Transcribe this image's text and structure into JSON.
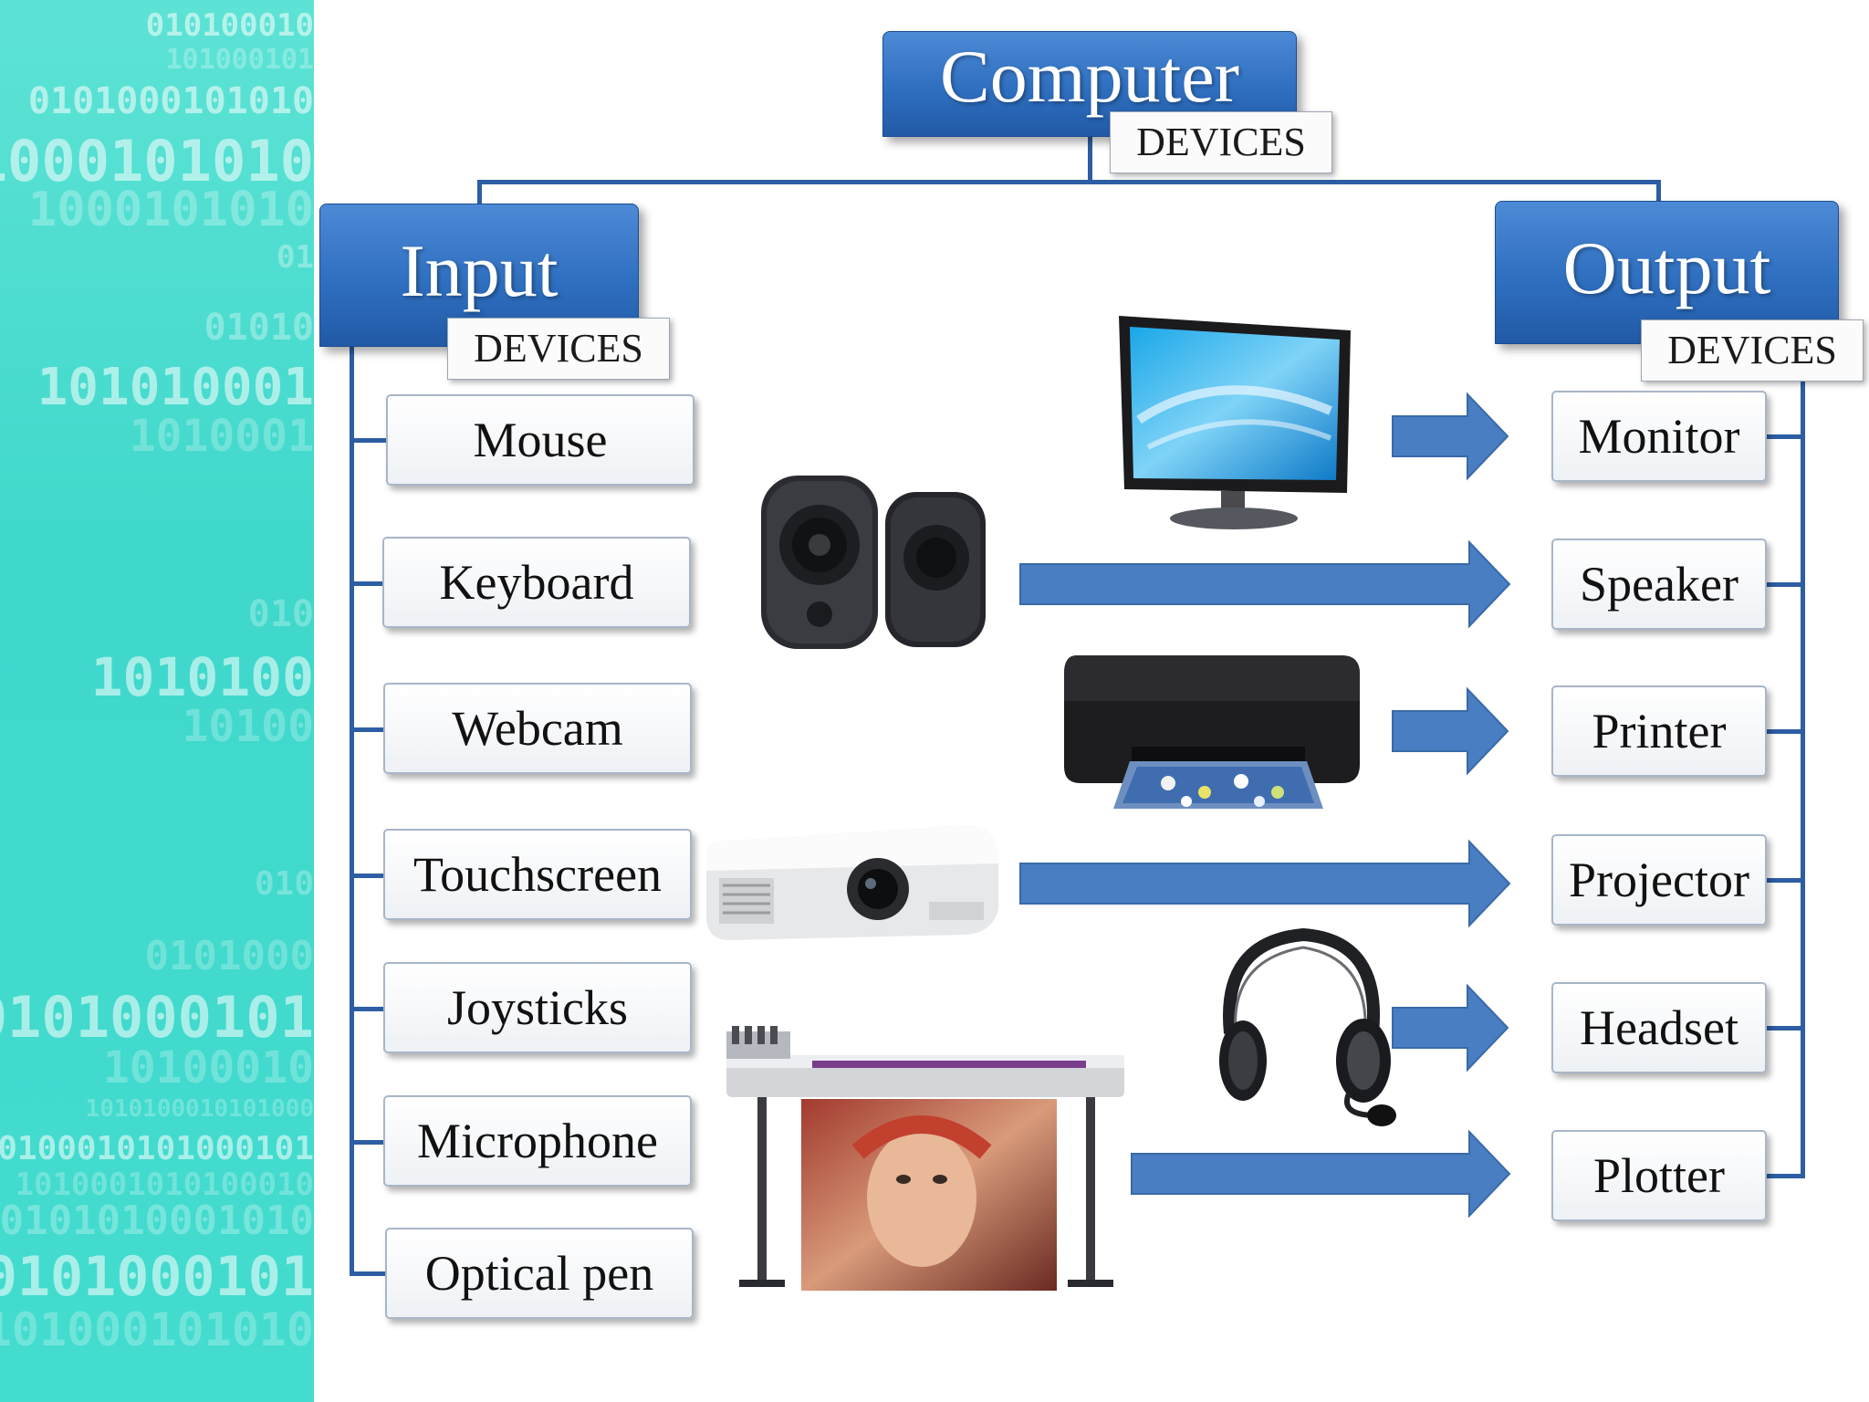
{
  "computer": {
    "title": "Computer",
    "subtitle": "DEVICES"
  },
  "input": {
    "title": "Input",
    "subtitle": "DEVICES",
    "items": [
      "Mouse",
      "Keyboard",
      "Webcam",
      "Touchscreen",
      "Joysticks",
      "Microphone",
      "Optical pen"
    ]
  },
  "output": {
    "title": "Output",
    "subtitle": "DEVICES",
    "items": [
      "Monitor",
      "Speaker",
      "Printer",
      "Projector",
      "Headset",
      "Plotter"
    ]
  },
  "images": {
    "monitor": "monitor-photo",
    "speaker": "speaker-photo",
    "printer": "printer-photo",
    "projector": "projector-photo",
    "headset": "headset-photo",
    "plotter": "plotter-photo"
  },
  "colors": {
    "box_blue": "#2f6fc0",
    "connector": "#2d5ea3",
    "arrow": "#4a7ec3",
    "sidebar": "#45dccf"
  }
}
